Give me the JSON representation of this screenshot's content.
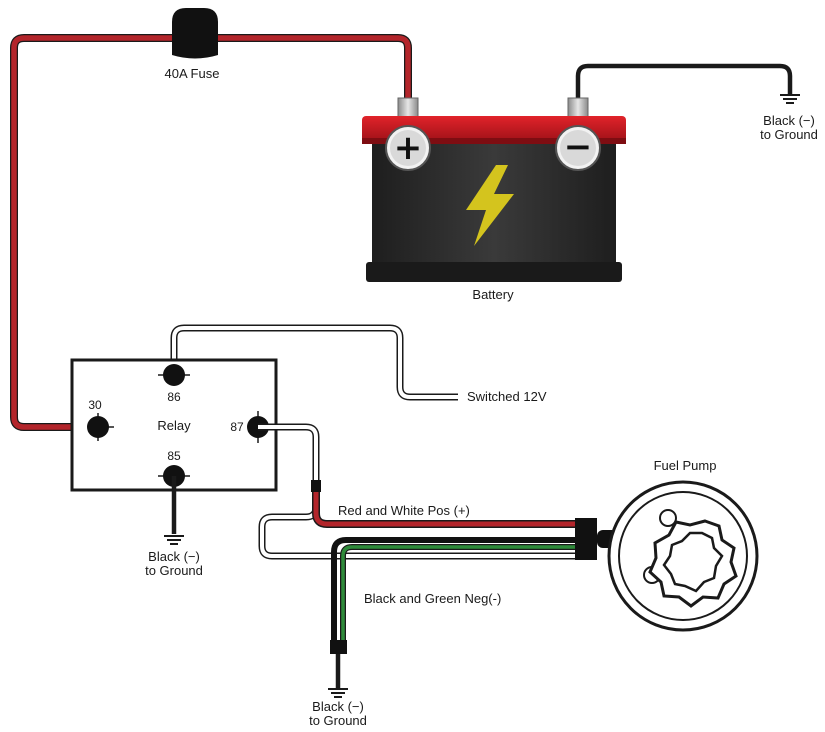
{
  "fuse": {
    "label": "40A Fuse"
  },
  "battery": {
    "label": "Battery",
    "positive_symbol": "+",
    "negative_symbol": "−"
  },
  "relay": {
    "label": "Relay",
    "pins": {
      "p86": "86",
      "p30": "30",
      "p87": "87",
      "p85": "85"
    }
  },
  "wires": {
    "switched": "Switched 12V",
    "red_white": "Red and White Pos (+)",
    "black_green": "Black and Green Neg(-)"
  },
  "fuel_pump": {
    "label": "Fuel Pump"
  },
  "grounds": {
    "battery": {
      "line1": "Black (−)",
      "line2": "to Ground"
    },
    "relay": {
      "line1": "Black (−)",
      "line2": "to Ground"
    },
    "pump": {
      "line1": "Black (−)",
      "line2": "to Ground"
    }
  },
  "colors": {
    "red_wire": "#b3252b",
    "battery_top": "#c8161d",
    "battery_body": "#2b2b2b",
    "bolt": "#d4c41e",
    "green_wire": "#2e8b3a"
  }
}
